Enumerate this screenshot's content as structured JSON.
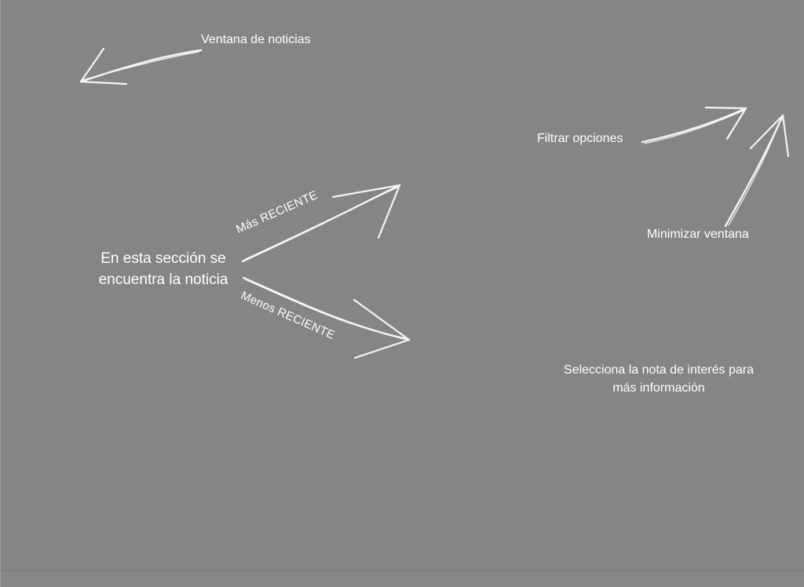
{
  "overlay": {
    "news_window_label": "Ventana de noticias",
    "filter_label": "Filtrar opciones",
    "minimize_label": "Minimizar ventana",
    "section_label_line1": "En esta sección se",
    "section_label_line2": "encuentra la noticia",
    "most_recent_label": "Más RECIENTE",
    "least_recent_label": "Menos RECIENTE",
    "select_note_line1": "Selecciona la nota de interés para",
    "select_note_line2": "más información"
  },
  "colors": {
    "background": "#858585",
    "text": "#ffffff",
    "chalk": "#f4f4f4"
  }
}
